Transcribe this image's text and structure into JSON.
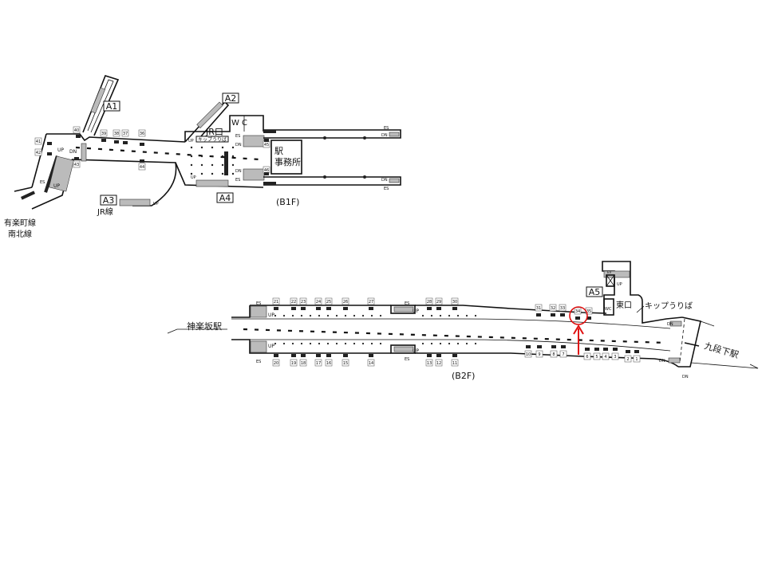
{
  "b1f": {
    "floor_label": "(B1F)",
    "exits": {
      "a1": "A1",
      "a2": "A2",
      "a3": "A3",
      "a4": "A4"
    },
    "jr_gate": "JR口",
    "wc": "W C",
    "ticket": "キップうりば",
    "office_line1": "駅",
    "office_line2": "事務所",
    "transfer_line1": "有楽町線",
    "transfer_line2": "南北線",
    "jr_line": "JR線",
    "es": "ES",
    "up": "UP",
    "dn": "DN",
    "numbers": [
      "41",
      "42",
      "40",
      "39",
      "38",
      "37",
      "36",
      "43",
      "44",
      "45",
      "46"
    ]
  },
  "b2f": {
    "floor_label": "(B2F)",
    "exits": {
      "a5": "A5"
    },
    "east_gate": "東口",
    "wc": "WC",
    "ev": "EV",
    "ticket": "キップうりば",
    "prev_station": "神楽坂駅",
    "next_station": "九段下駅",
    "es": "ES",
    "up": "UP",
    "dn": "DN",
    "numbers_top": [
      "21",
      "22",
      "23",
      "24",
      "25",
      "26",
      "27",
      "28",
      "29",
      "30",
      "31",
      "32",
      "33",
      "34",
      "35"
    ],
    "numbers_bottom": [
      "20",
      "19",
      "18",
      "17",
      "16",
      "15",
      "14",
      "13",
      "12",
      "11",
      "10",
      "9",
      "8",
      "7",
      "6",
      "5",
      "4",
      "3",
      "2",
      "1"
    ],
    "highlighted_number": "34"
  },
  "colors": {
    "highlight": "#e01010",
    "line": "#111111",
    "stairs": "#bbbbbb"
  }
}
